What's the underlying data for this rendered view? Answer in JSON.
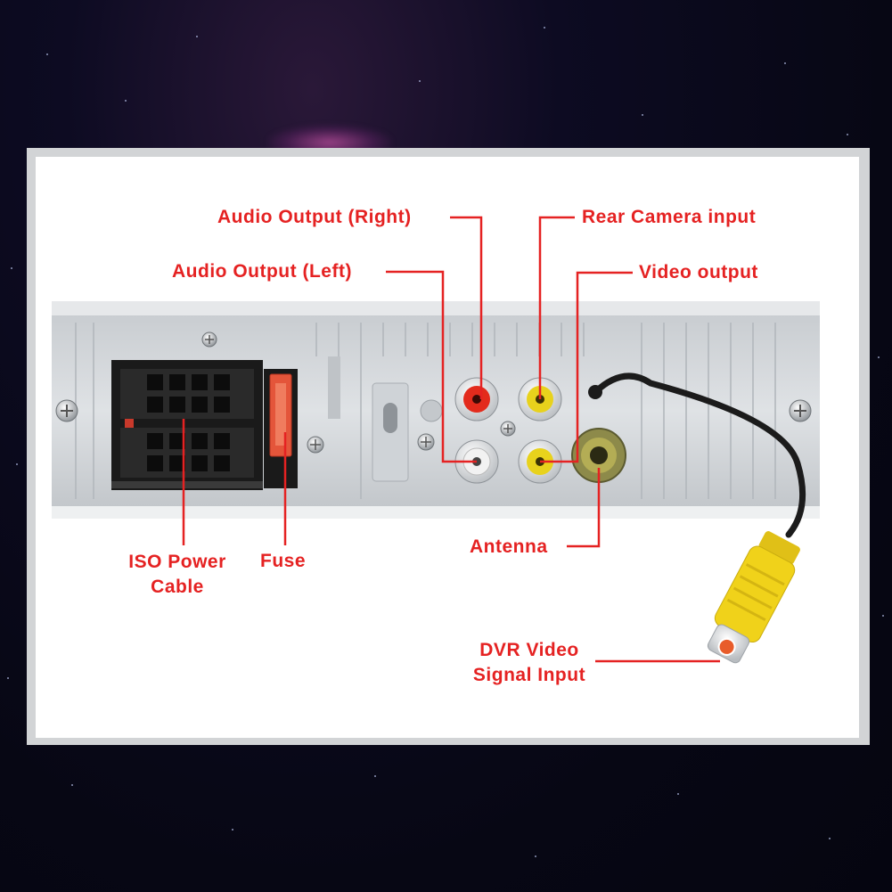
{
  "labels": {
    "audio_right": "Audio Output (Right)",
    "audio_left": "Audio Output (Left)",
    "rear_camera": "Rear Camera input",
    "video_output": "Video output",
    "iso_power_line1": "ISO Power",
    "iso_power_line2": "Cable",
    "fuse": "Fuse",
    "antenna": "Antenna",
    "dvr_line1": "DVR Video",
    "dvr_line2": "Signal Input"
  },
  "colors": {
    "label_red": "#e52222",
    "leader_line": "#e52222",
    "connector_black": "#1a1a1a",
    "fuse_red": "#e4553a",
    "rca_red": "#e32b1c",
    "rca_yellow": "#e8d21c",
    "rca_white": "#f2f2f2",
    "dvr_plug_yellow": "#f0d21a",
    "panel_silver": "#d6dadd"
  }
}
